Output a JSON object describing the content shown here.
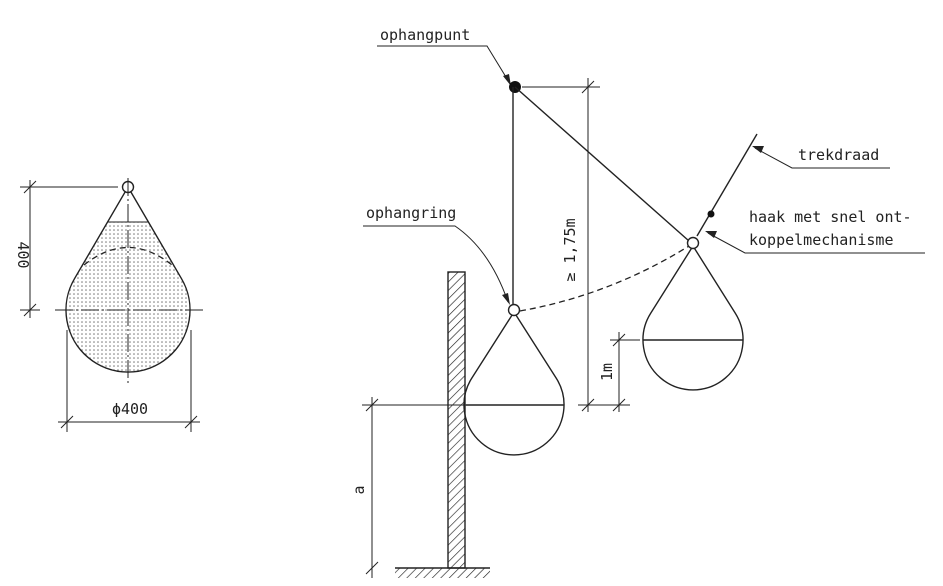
{
  "labels": {
    "height_dim": "400",
    "diameter_dim": "ϕ400",
    "suspension_point": "ophangpunt",
    "suspension_ring": "ophangring",
    "pull_wire": "trekdraad",
    "hook_line1": "haak met snel ont-",
    "hook_line2": "koppelmechanisme",
    "min_height": "≥ 1,75m",
    "one_meter": "1m",
    "a": "a"
  }
}
